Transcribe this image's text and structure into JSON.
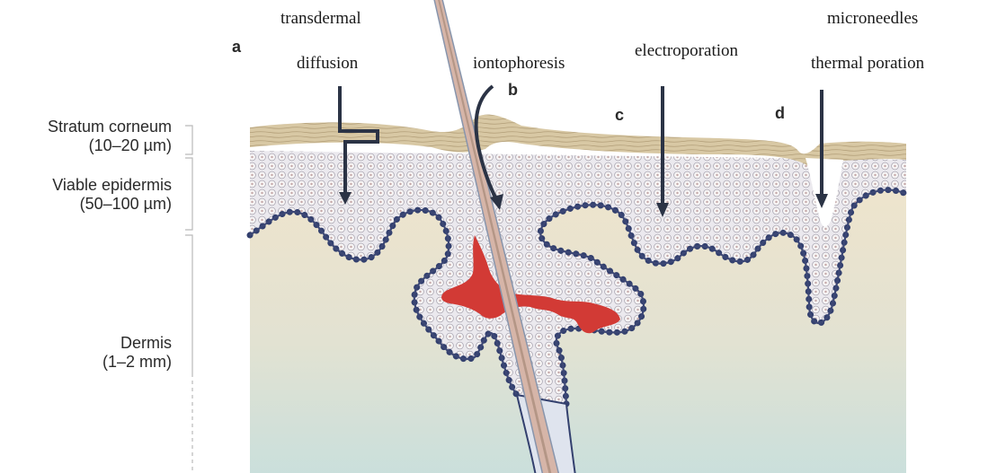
{
  "methods": {
    "transdermal_line1": "transdermal",
    "transdermal_line2": "diffusion",
    "iontophoresis": "iontophoresis",
    "electroporation": "electroporation",
    "microneedles": "microneedles",
    "thermal_poration": "thermal poration"
  },
  "panels": {
    "a": "a",
    "b": "b",
    "c": "c",
    "d": "d"
  },
  "layers": {
    "stratum_corneum": "Stratum corneum",
    "stratum_corneum_thickness": "(10–20 µm)",
    "viable_epidermis": "Viable epidermis",
    "viable_epidermis_thickness": "(50–100 µm)",
    "dermis": "Dermis",
    "dermis_thickness": "(1–2 mm)"
  },
  "colors": {
    "stratum": "#d8c8a4",
    "epidermis": "#ebe9ee",
    "basal_cells": "#33406e",
    "dermis_top": "#efe4cc",
    "dermis_bottom": "#cde1dd",
    "capillary": "#d23a35",
    "arrow": "#2b3345"
  }
}
